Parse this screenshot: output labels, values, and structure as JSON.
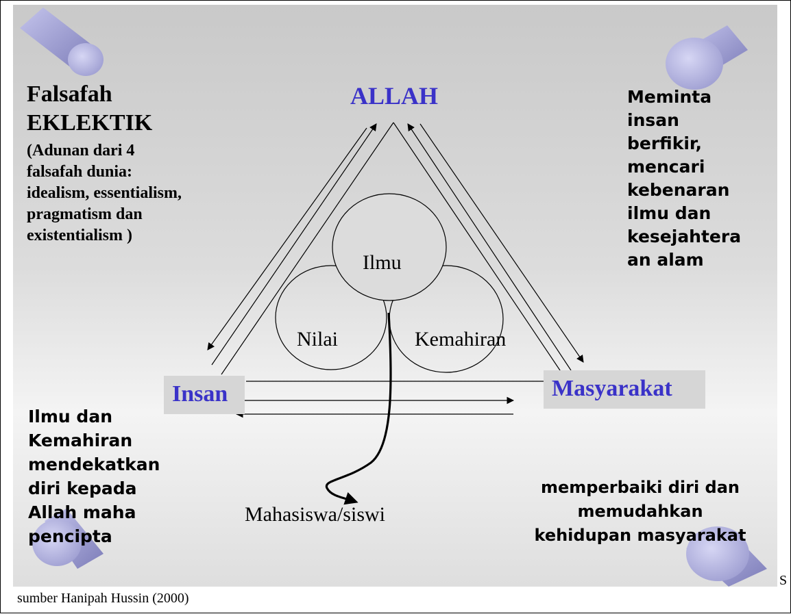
{
  "colors": {
    "accent_blue": "#3a32c8",
    "cylinder_fill": "#a8a8d8",
    "box_fill": "#d6d6d6"
  },
  "diagram": {
    "top_label": "ALLAH",
    "left_label": "Insan",
    "right_label": "Masyarakat",
    "circles": {
      "top": "Ilmu",
      "left": "Nilai",
      "right": "Kemahiran"
    },
    "bottom_label": "Mahasiswa/siswi"
  },
  "notes": {
    "top_left_title_1": "Falsafah",
    "top_left_title_2": "EKLEKTIK",
    "top_left_lines": [
      "(Adunan dari 4",
      "falsafah dunia:",
      "idealism, essentialism,",
      "pragmatism dan",
      "existentialism  )"
    ],
    "top_right_lines": [
      "Meminta",
      "insan",
      "berfikir,",
      "mencari",
      "kebenaran",
      "ilmu dan",
      "kesejahtera",
      "an alam"
    ],
    "bottom_left_lines": [
      "Ilmu dan",
      "Kemahiran",
      "mendekatkan",
      "diri kepada",
      "Allah maha",
      "pencipta"
    ],
    "bottom_right_lines": [
      "memperbaiki diri dan",
      "memudahkan",
      "kehidupan masyarakat"
    ]
  },
  "stray_letter": "S",
  "source": "sumber Hanipah Hussin (2000)",
  "decorations": {
    "icon": "cylinder-icon"
  }
}
